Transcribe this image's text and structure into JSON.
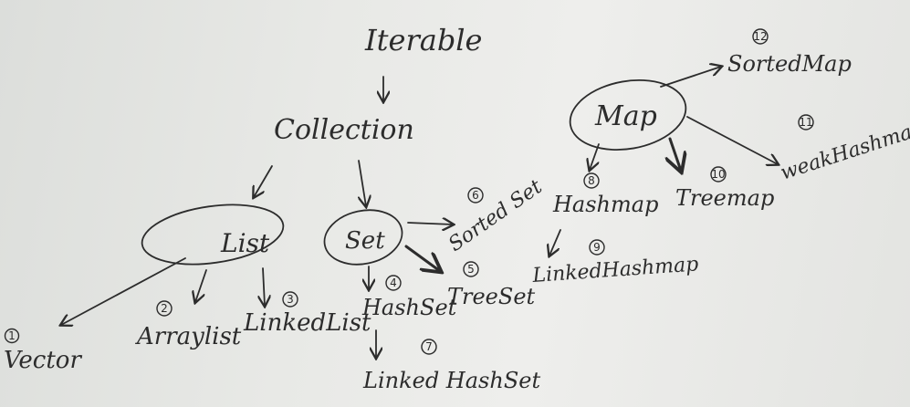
{
  "nodes": {
    "iterable": "Iterable",
    "collection": "Collection",
    "list": "List",
    "set": "Set",
    "map": "Map",
    "vector": "Vector",
    "arraylist": "Arraylist",
    "linkedlist": "LinkedList",
    "hashset": "HashSet",
    "treeset": "TreeSet",
    "sortedset": "Sorted Set",
    "linkedhashset": "Linked HashSet",
    "hashmap": "Hashmap",
    "linkedhashmap": "LinkedHashmap",
    "treemap": "Treemap",
    "weakhashmap": "weakHashmap",
    "sortedmap": "SortedMap"
  },
  "numbers": {
    "vector": "1",
    "arraylist": "2",
    "linkedlist": "3",
    "hashset": "4",
    "treeset": "5",
    "sortedset": "6",
    "linkedhashset": "7",
    "hashmap": "8",
    "linkedhashmap": "9",
    "treemap": "10",
    "weakhashmap": "11",
    "sortedmap": "12"
  },
  "colors": {
    "ink": "#2c2c2c",
    "paper": "#e6e7e4"
  }
}
